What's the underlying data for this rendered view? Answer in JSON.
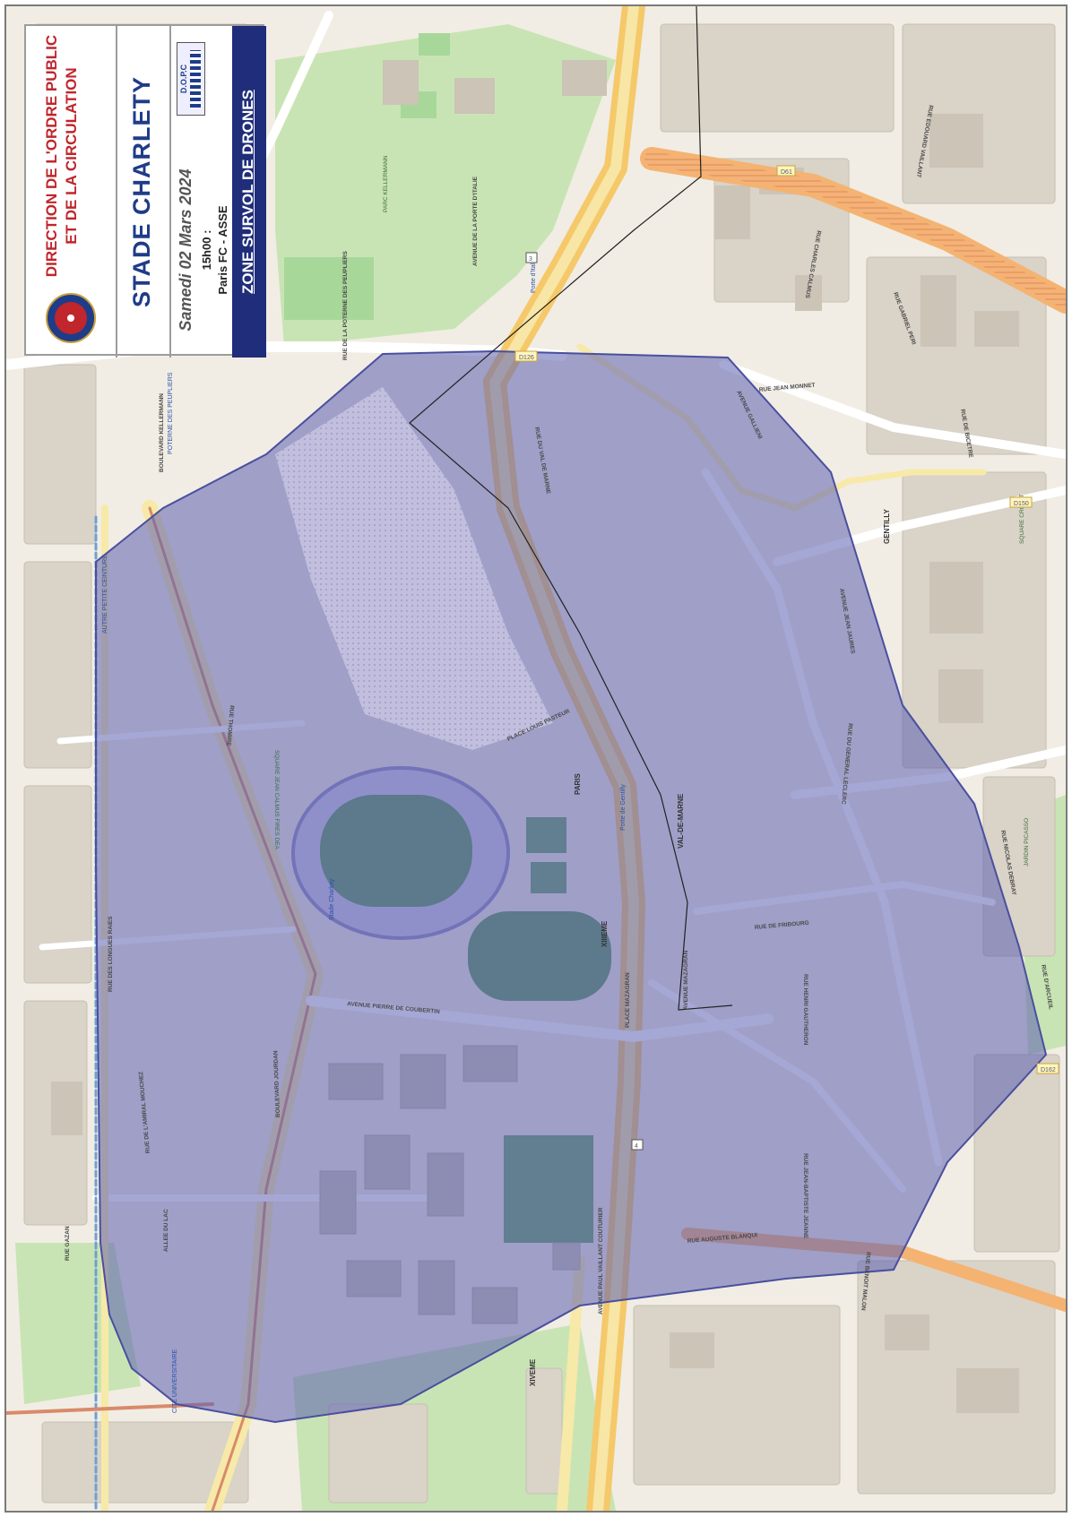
{
  "title_block": {
    "department_line1": "DIRECTION DE L'ORDRE PUBLIC",
    "department_line2": "ET DE LA CIRCULATION",
    "stadium": "STADE CHARLETY",
    "date": "Samedi 02 Mars 2024",
    "time": "15h00 :",
    "match": "Paris FC - ASSE",
    "badge": "D.O.P.C",
    "zone": "ZONE SURVOL DE DRONES"
  },
  "map": {
    "colors": {
      "zone_fill": "#5b5fb0",
      "zone_stroke": "#4a4f9e",
      "park": "#c9e4b4",
      "pitch": "#5f9a5f",
      "highway": "#f5c96a",
      "main_road": "#f7e9a8",
      "rail": "#c97a5a",
      "building": "#d9d3c8",
      "background": "#f1ede4"
    },
    "street_labels": [
      "BOULEVARD KELLERMANN",
      "RUE DE LA POTERNE DES PEUPLIERS",
      "AVENUE GALLIENI",
      "RUE DU VAL DE MARNE",
      "RUE DE FRIBOURG",
      "AVENUE JEAN JAURES",
      "RUE DES LONGUES RAIES",
      "BOULEVARD JOURDAN",
      "RUE DE L'AMIRAL MOUCHEZ",
      "RUE GAZAN",
      "ALLEE DU LAC",
      "RUE BENOIT MALON",
      "AVENUE PAUL VAILLANT COUTURIER",
      "RUE AUGUSTE BLANQUI",
      "RUE CHARLES CALMUS",
      "RUE EDOUARD VAILLANT",
      "RUE GABRIEL PERI",
      "RUE DE BICETRE",
      "RUE D'ARCUEIL",
      "RUE NICOLAS DEBRAY",
      "AVENUE DE LA PORTE D'ITALIE",
      "RUE JEAN MONNET",
      "RUE DU GENERAL LECLERC",
      "PLACE LOUIS PASTEUR",
      "AVENUE PIERRE DE COUBERTIN",
      "PLACE MAZAGRAN",
      "AVENUE MAZAGRAN",
      "RUE THOMIRE",
      "RUE JEAN-BAPTISTE JEANNE",
      "RUE HENRI GAUTHERON"
    ],
    "place_labels": [
      "PARC KELLERMANN",
      "SQUARE JEAN CALMUS FIRES DEA",
      "GENTILLY",
      "PARIS",
      "VAL-DE-MARNE",
      "XIIIEME",
      "XIVEME",
      "Porte d'Italie",
      "Porte de Gentilly",
      "Stade Charlety",
      "CITE UNIVERSITAIRE",
      "AUTRE PETITE CEINTURE",
      "JARDIN PICASSO",
      "SQUARE CROZAT",
      "POTERNE DES PEUPLIERS"
    ],
    "road_refs": [
      "D150",
      "D126",
      "D61",
      "D162",
      "3",
      "4"
    ]
  }
}
